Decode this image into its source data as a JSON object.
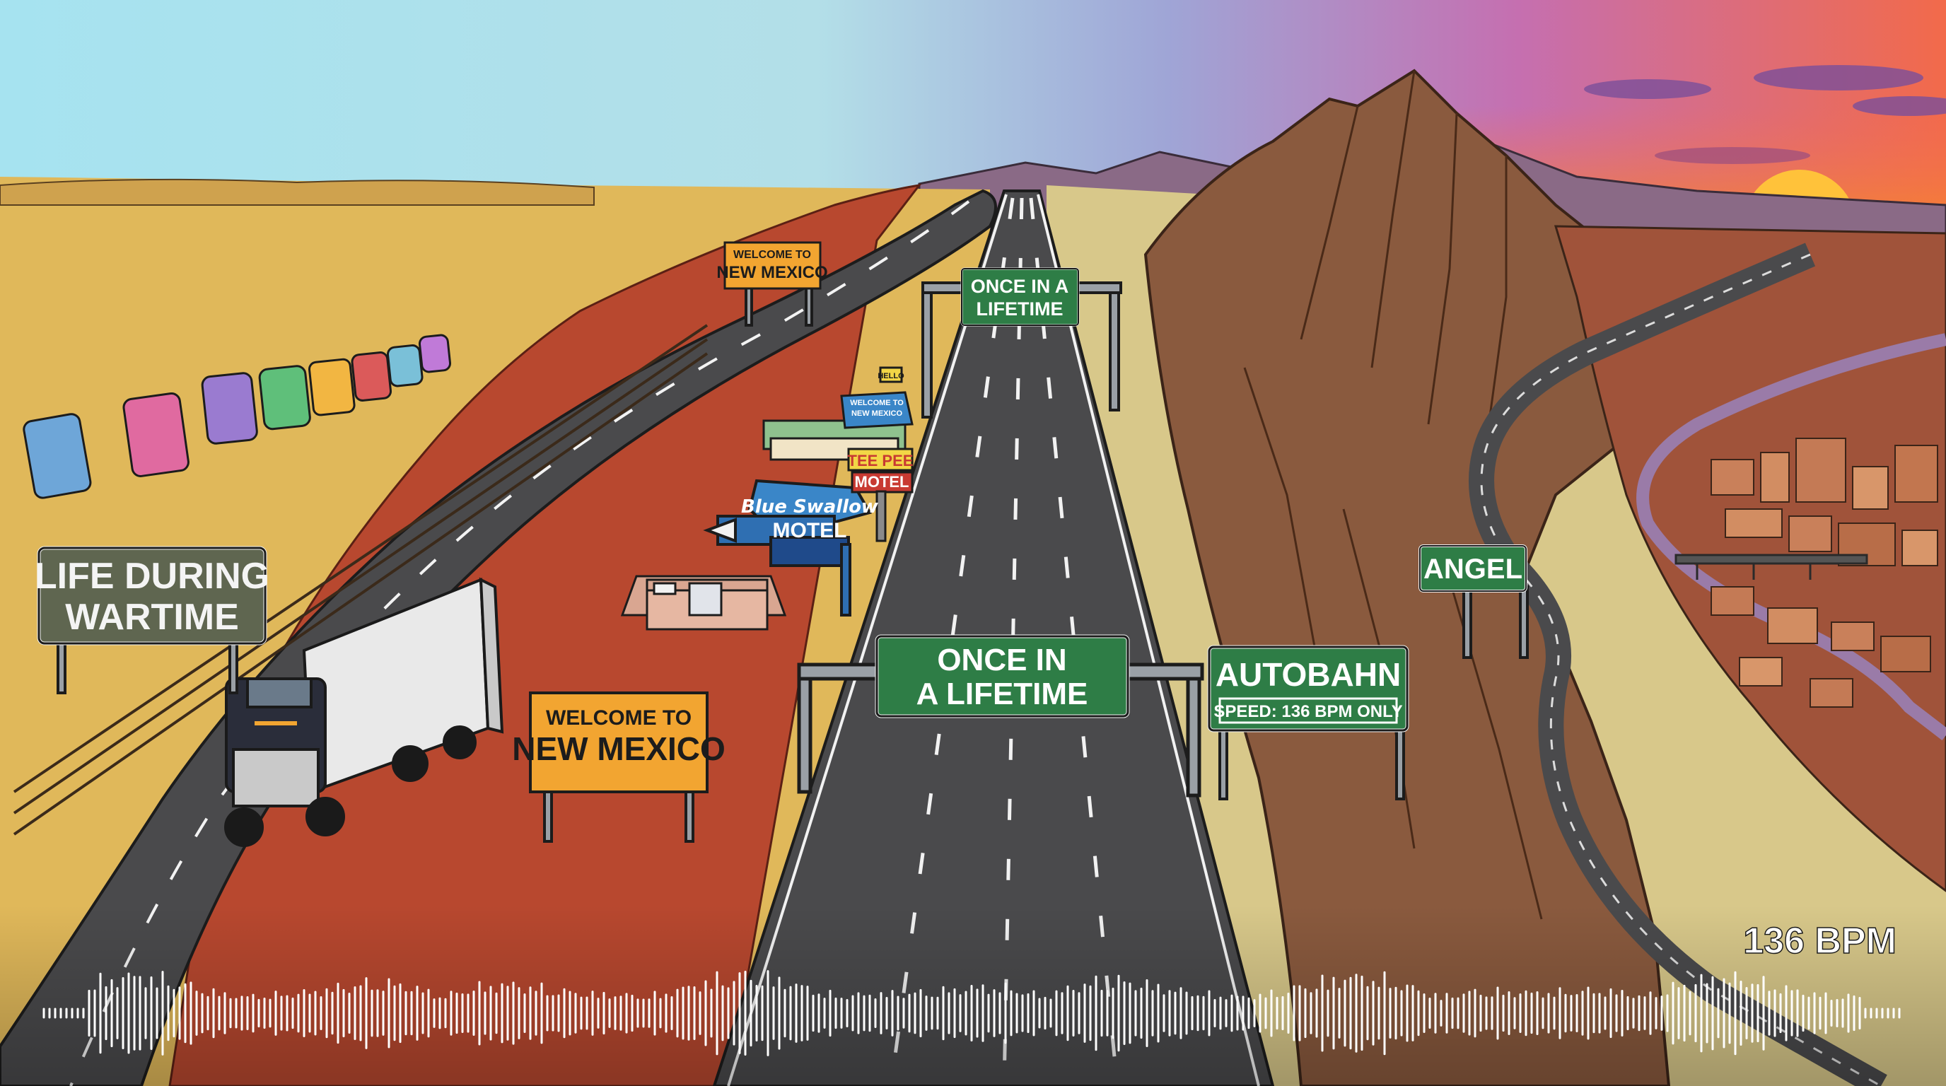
{
  "signs": {
    "life_during": {
      "line1": "LIFE DURING",
      "line2": "WARTIME"
    },
    "welcome_small": {
      "line1": "WELCOME TO",
      "line2": "NEW MEXICO"
    },
    "welcome_large": {
      "line1": "WELCOME TO",
      "line2": "NEW MEXICO"
    },
    "overhead_far": {
      "line1": "ONCE IN A",
      "line2": "LIFETIME"
    },
    "overhead_near": {
      "line1": "ONCE IN",
      "line2": "A LIFETIME"
    },
    "autobahn": {
      "title": "AUTOBAHN",
      "subtitle": "SPEED: 136 BPM ONLY"
    },
    "angel": {
      "label": "ANGEL"
    },
    "motel_tiny": {
      "line1": "WELCOME TO",
      "line2": "NEW MEXICO"
    },
    "motel_top": {
      "label": "HELLO"
    }
  },
  "motels": {
    "blue_swallow_script": "Blue Swallow",
    "blue_swallow_label": "MOTEL",
    "tee_pee_top": "TEE PEE",
    "tee_pee_bottom": "MOTEL"
  },
  "tempo": {
    "label": "136 BPM"
  },
  "colors": {
    "sign_green": "#2e7d46",
    "sign_gray": "#5f6650",
    "sign_orange": "#f2a531",
    "sky_blue": "#a8e4ef",
    "sunset_orange": "#f06a3c",
    "desert_gold": "#e0b85a",
    "red_earth": "#b8482f",
    "asphalt": "#4a4a4c",
    "motel_blue": "#3a86c8"
  }
}
